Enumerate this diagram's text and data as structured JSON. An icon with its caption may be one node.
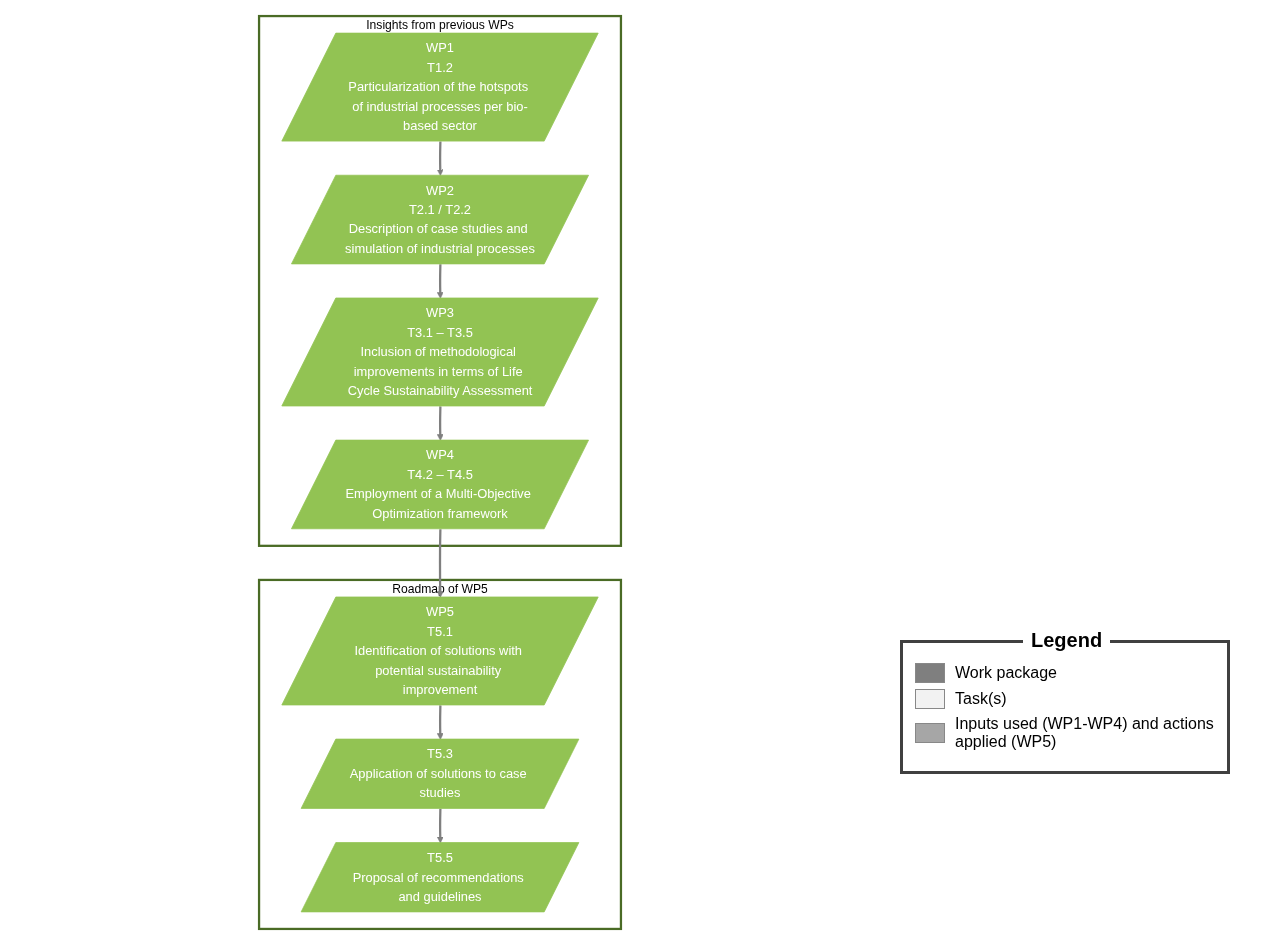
{
  "diagram": {
    "nodes": [
      {
        "text": [
          "Insights from previous WPs"
        ]
      },
      {
        "text": [
          "WP1",
          "T1.2",
          "Particularization of the hotspots of industrial processes per bio-based sector"
        ],
        "in": 0
      },
      {
        "text": [
          "WP2",
          "T2.1 / T2.2",
          "Description of case studies and simulation of industrial processes"
        ],
        "in": 0
      },
      {
        "text": [
          "WP4",
          "T4.2 – T4.5",
          "Employment of a Multi-Objective Optimization framework"
        ],
        "in": 0
      },
      {
        "text": [
          "WP3",
          "T3.1 – T3.5",
          "Inclusion of methodological improvements in terms of Life Cycle Sustainability Assessment"
        ],
        "in": 0
      },
      {
        "text": [
          "Roadmap of WP5"
        ]
      },
      {
        "text": [
          "WP5",
          "T5.1",
          "Identification of solutions with potential sustainability improvement"
        ],
        "in": 5
      },
      {
        "text": [
          "T5.3",
          "Application of solutions to case studies"
        ],
        "in": 5
      },
      {
        "text": [
          "T5.5",
          "Proposal of recommendations and guidelines"
        ],
        "in": 5
      }
    ],
    "edges": [
      {
        "from": 1,
        "to": 2,
        "arrow": "to"
      },
      {
        "from": 2,
        "to": 4,
        "arrow": "to"
      },
      {
        "from": 4,
        "to": 3,
        "arrow": "to"
      },
      {
        "from": 3,
        "to": 6,
        "arrow": "to"
      },
      {
        "from": 6,
        "to": 7,
        "arrow": "to"
      },
      {
        "from": 7,
        "to": 8,
        "arrow": "to"
      }
    ],
    "labels": [
      "Legend"
    ],
    "legend": [
      {
        "text": "Work package",
        "color": "#7f7f7f"
      },
      {
        "text": "Task(s)",
        "color": "#f2f2f2"
      },
      {
        "text": "Inputs used (WP1-WP4) and actions applied (WP5)",
        "color": "#a6a6a6"
      }
    ]
  }
}
